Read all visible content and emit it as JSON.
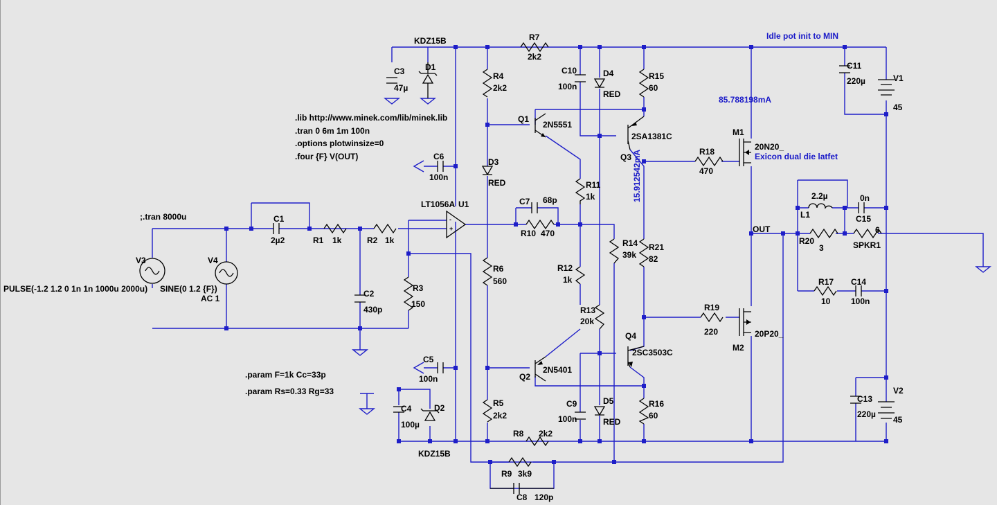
{
  "components": {
    "R1": {
      "name": "R1",
      "value": "1k"
    },
    "R2": {
      "name": "R2",
      "value": "1k"
    },
    "R3": {
      "name": "R3",
      "value": "150"
    },
    "R4": {
      "name": "R4",
      "value": "2k2"
    },
    "R5": {
      "name": "R5",
      "value": "2k2"
    },
    "R6": {
      "name": "R6",
      "value": "560"
    },
    "R7": {
      "name": "R7",
      "value": "2k2"
    },
    "R8": {
      "name": "R8",
      "value": "2k2"
    },
    "R9": {
      "name": "R9",
      "value": "3k9"
    },
    "R10": {
      "name": "R10",
      "value": "470"
    },
    "R11": {
      "name": "R11",
      "value": "1k"
    },
    "R12": {
      "name": "R12",
      "value": "1k"
    },
    "R13": {
      "name": "R13",
      "value": "20k"
    },
    "R14": {
      "name": "R14",
      "value": "39k"
    },
    "R15": {
      "name": "R15",
      "value": "60"
    },
    "R16": {
      "name": "R16",
      "value": "60"
    },
    "R17": {
      "name": "R17",
      "value": "10"
    },
    "R18": {
      "name": "R18",
      "value": "470"
    },
    "R19": {
      "name": "R19",
      "value": "220"
    },
    "R20": {
      "name": "R20",
      "value": "3"
    },
    "R21": {
      "name": "R21",
      "value": "82"
    },
    "C1": {
      "name": "C1",
      "value": "2µ2"
    },
    "C2": {
      "name": "C2",
      "value": "430p"
    },
    "C3": {
      "name": "C3",
      "value": "47µ"
    },
    "C4": {
      "name": "C4",
      "value": "100µ"
    },
    "C5": {
      "name": "C5",
      "value": "100n"
    },
    "C6": {
      "name": "C6",
      "value": "100n"
    },
    "C7": {
      "name": "C7",
      "value": "68p"
    },
    "C8": {
      "name": "C8",
      "value": "120p"
    },
    "C9": {
      "name": "C9",
      "value": "100n"
    },
    "C10": {
      "name": "C10",
      "value": "100n"
    },
    "C11": {
      "name": "C11",
      "value": "220µ"
    },
    "C13": {
      "name": "C13",
      "value": "220µ"
    },
    "C14": {
      "name": "C14",
      "value": "100n"
    },
    "C15": {
      "name": "C15",
      "value": "0n"
    },
    "L1": {
      "name": "L1",
      "value": "2.2µ"
    },
    "D1": {
      "name": "D1",
      "value": "KDZ15B"
    },
    "D2": {
      "name": "D2",
      "value": "KDZ15B"
    },
    "D3": {
      "name": "D3",
      "value": "RED"
    },
    "D4": {
      "name": "D4",
      "value": "RED"
    },
    "D5": {
      "name": "D5",
      "value": "RED"
    },
    "Q1": {
      "name": "Q1",
      "value": "2N5551"
    },
    "Q2": {
      "name": "Q2",
      "value": "2N5401"
    },
    "Q3": {
      "name": "Q3",
      "value": "2SA1381C"
    },
    "Q4": {
      "name": "Q4",
      "value": "2SC3503C"
    },
    "M1": {
      "name": "M1",
      "value": "20N20_",
      "comment": "Exicon dual die latfet"
    },
    "M2": {
      "name": "M2",
      "value": "20P20_"
    },
    "U1": {
      "name": "U1",
      "value": "LT1056A"
    },
    "V1": {
      "name": "V1",
      "value": "45"
    },
    "V2": {
      "name": "V2",
      "value": "45"
    },
    "V3": {
      "name": "V3",
      "value": "PULSE(-1.2 1.2 0 1n 1n 1000u 2000u)"
    },
    "V4": {
      "name": "V4",
      "value": "SINE(0 1.2 {F})",
      "value2": "AC 1"
    },
    "SPKR1": {
      "name": "SPKR1",
      "value": "6"
    }
  },
  "directives": {
    "lib": ".lib http://www.minek.com/lib/minek.lib",
    "tran": ".tran 0 6m 1m 100n",
    "options": ".options plotwinsize=0",
    "four": ".four {F} V(OUT)",
    "tran_comment": ";.tran 8000u",
    "param1": ".param F=1k Cc=33p",
    "param2": ".param Rs=0.33 Rg=33"
  },
  "annotations": {
    "idle_pot": "Idle pot init to MIN",
    "current_m1": "85.788198mA",
    "current_q3": "15.912542mA",
    "net_out": "OUT"
  },
  "colors": {
    "wire": "#1e1ec8",
    "component": "#000000",
    "background": "#e6e6e6",
    "annotation": "#1a1ac8"
  }
}
